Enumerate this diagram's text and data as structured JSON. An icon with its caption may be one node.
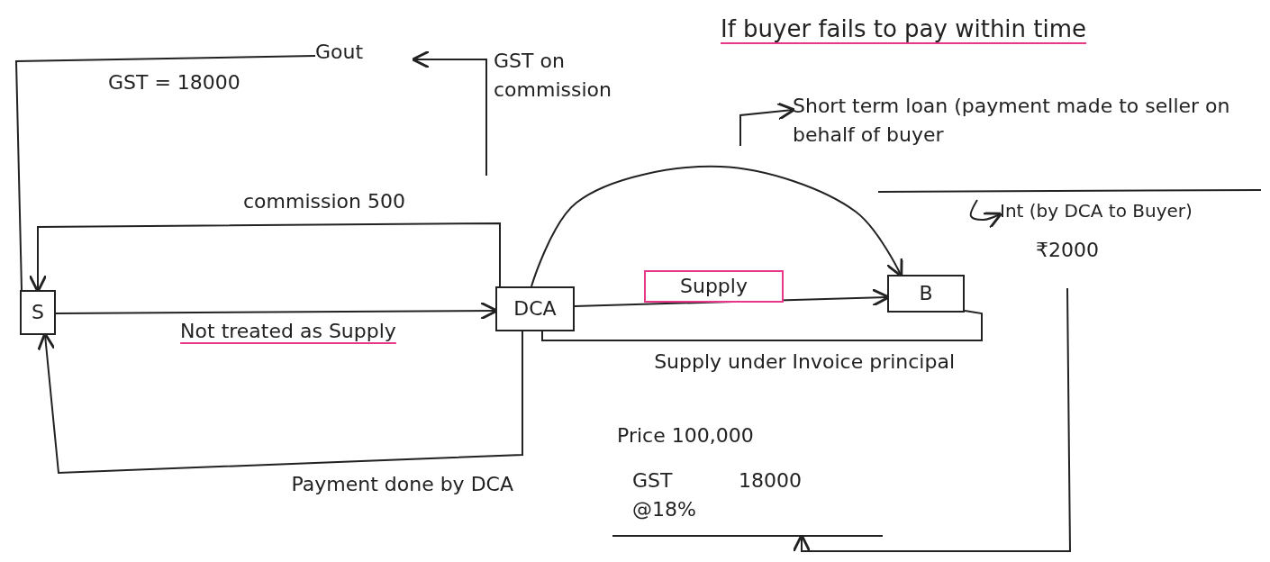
{
  "diagram": {
    "nodes": [
      {
        "text": [
          "S"
        ]
      },
      {
        "text": [
          "DCA"
        ]
      },
      {
        "text": [
          "B"
        ]
      },
      {
        "text": [
          "Gout"
        ]
      },
      {
        "text": [
          "Short term loan (payment made to seller on behalf of buyer"
        ]
      },
      {
        "text": [
          "Int (by DCA to Buyer)"
        ]
      },
      {
        "text": [
          "Price 100,000",
          "GST @18%",
          "18000"
        ]
      }
    ],
    "edges": [
      {
        "from": 0,
        "to": 3,
        "arrow": "none",
        "label": "GST = 18000"
      },
      {
        "from": null,
        "to": 3,
        "arrow": "to",
        "label": "GST on commission"
      },
      {
        "from": 1,
        "to": 0,
        "arrow": "to",
        "label": "commission 500"
      },
      {
        "from": 0,
        "to": 1,
        "arrow": "to",
        "label": "Not treated as Supply"
      },
      {
        "from": 1,
        "to": 0,
        "arrow": "to",
        "label": "Payment done by DCA"
      },
      {
        "from": 1,
        "to": 2,
        "arrow": "to",
        "label": "Supply"
      },
      {
        "from": 1,
        "to": 2,
        "arrow": "to"
      },
      {
        "from": 2,
        "to": 1,
        "arrow": "none",
        "label": "Supply under Invoice principal"
      },
      {
        "from": null,
        "to": 6,
        "arrow": "to"
      },
      {
        "from": null,
        "to": 4,
        "arrow": "to"
      },
      {
        "from": null,
        "to": 5,
        "arrow": "to"
      }
    ],
    "labels": [
      "If buyer fails to pay within time",
      "₹2000"
    ]
  }
}
